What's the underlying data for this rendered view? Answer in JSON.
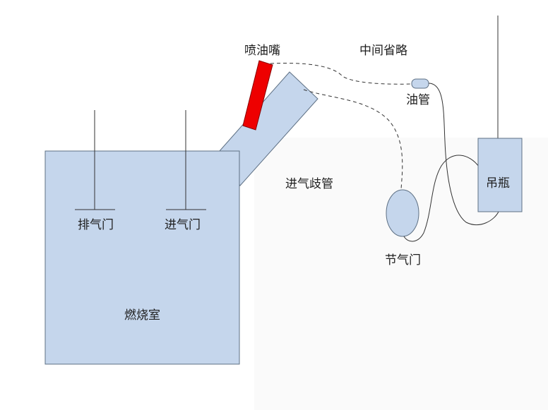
{
  "labels": {
    "nozzle": "喷油嘴",
    "omitted": "中间省略",
    "fuel_pipe": "油管",
    "intake_manifold": "进气歧管",
    "hanging_bottle": "吊瓶",
    "throttle": "节气门",
    "exhaust_valve": "排气门",
    "intake_valve": "进气门",
    "combustion_chamber": "燃烧室"
  },
  "colors": {
    "box_fill": "#c5d6ec",
    "box_stroke": "#5e7084",
    "nozzle_fill": "#ee0000",
    "line": "#333333"
  }
}
